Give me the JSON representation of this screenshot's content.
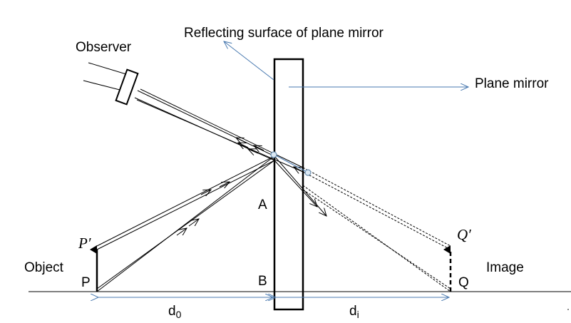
{
  "labels": {
    "observer": "Observer",
    "reflecting_surface": "Reflecting surface of plane mirror",
    "plane_mirror": "Plane mirror",
    "object": "Object",
    "image": "Image",
    "p": "P",
    "p_prime": "P′",
    "q": "Q",
    "q_prime": "Q′",
    "a": "A",
    "b": "B",
    "d_object_base": "d",
    "d_object_sub": "0",
    "d_image_base": "d",
    "d_image_sub": "i"
  },
  "colors": {
    "ink": "#000000",
    "annotation": "#4a7ab0",
    "marker_fill": "#dce9f4",
    "marker_stroke": "#6a8fb0"
  }
}
